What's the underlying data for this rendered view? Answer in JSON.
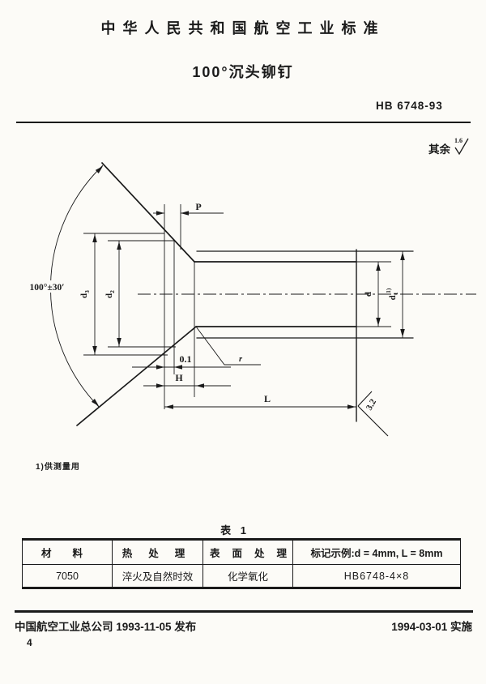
{
  "header": {
    "title": "中华人民共和国航空工业标准",
    "subtitle": "100°沉头铆钉",
    "standard_no": "HB 6748-93",
    "surface_note_prefix": "其余",
    "surface_note_value": "1.6"
  },
  "drawing": {
    "angle_label": "100°±30′",
    "labels": {
      "p": "P",
      "gap": "0.1",
      "h": "H",
      "l": "L",
      "r": "r",
      "d": "d",
      "d1_base": "d",
      "d1_sub": "1",
      "d1_sup": "1)",
      "d2_base": "d",
      "d2_sub": "2",
      "d3_base": "d",
      "d3_sub": "3",
      "end_roughness": "3.2"
    }
  },
  "footnote": "1)供测量用",
  "table": {
    "caption": "表 1",
    "headers": [
      "材料",
      "热处理",
      "表面处理",
      "标记示例:d = 4mm, L = 8mm"
    ],
    "rows": [
      [
        "7050",
        "淬火及自然时效",
        "化学氧化",
        "HB6748-4×8"
      ]
    ]
  },
  "footer": {
    "left": "中国航空工业总公司 1993-11-05 发布",
    "right": "1994-03-01 实施",
    "page": "4"
  },
  "colors": {
    "ink": "#1a1a1a",
    "paper": "#fcfbf7"
  }
}
